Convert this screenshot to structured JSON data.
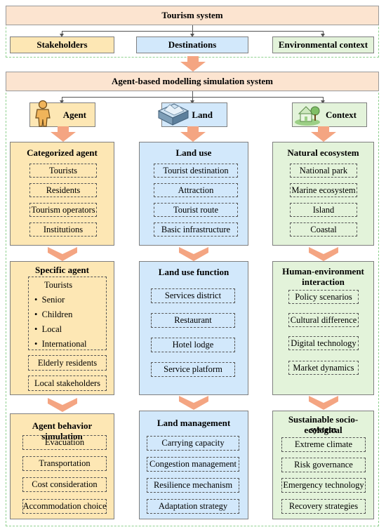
{
  "top": {
    "title": "Tourism system",
    "stakeholders": "Stakeholders",
    "destinations": "Destinations",
    "environmental": "Environmental context"
  },
  "abm": {
    "title": "Agent-based modelling simulation system",
    "agent": "Agent",
    "land": "Land",
    "context": "Context"
  },
  "agent_col": {
    "b1": {
      "title": "Categorized agent",
      "items": [
        "Tourists",
        "Residents",
        "Tourism operators",
        "Institutions"
      ]
    },
    "b2": {
      "title": "Specific agent",
      "group_title": "Tourists",
      "group_items": [
        "Senior",
        "Children",
        "Local",
        "International"
      ],
      "items": [
        "Elderly residents",
        "Local stakeholders"
      ]
    },
    "b3": {
      "title": "Agent behavior simulation",
      "items": [
        "Evacuation",
        "Transportation",
        "Cost consideration",
        "Accommodation choice"
      ]
    }
  },
  "land_col": {
    "b1": {
      "title": "Land use",
      "items": [
        "Tourist destination",
        "Attraction",
        "Tourist route",
        "Basic infrastructure"
      ]
    },
    "b2": {
      "title": "Land use function",
      "items": [
        "Services district",
        "Restaurant",
        "Hotel lodge",
        "Service platform"
      ]
    },
    "b3": {
      "title": "Land management",
      "items": [
        "Carrying capacity",
        "Congestion  management",
        "Resilience mechanism",
        "Adaptation strategy"
      ]
    }
  },
  "context_col": {
    "b1": {
      "title": "Natural ecosystem",
      "items": [
        "National park",
        "Marine ecosystem",
        "Island",
        "Coastal"
      ]
    },
    "b2": {
      "title_line1": "Human-environment",
      "title_line2": "interaction",
      "items": [
        "Policy scenarios",
        "Cultural difference",
        "Digital technology",
        "Market dynamics"
      ]
    },
    "b3": {
      "title_line1": "Sustainable socio-ecological",
      "title_line2": "system",
      "items": [
        "Extreme climate",
        "Risk governance",
        "Emergency technology",
        "Recovery strategies"
      ]
    }
  },
  "colors": {
    "header_fill": "#fce4d0",
    "agent_fill": "#fde7b4",
    "land_fill": "#d2e8fb",
    "context_fill": "#e3f3da",
    "arrow_fill": "#f4a582",
    "dash_border": "#8fd18f"
  },
  "icons": [
    "person-icon",
    "terrain-block-icon",
    "house-tree-icon"
  ]
}
